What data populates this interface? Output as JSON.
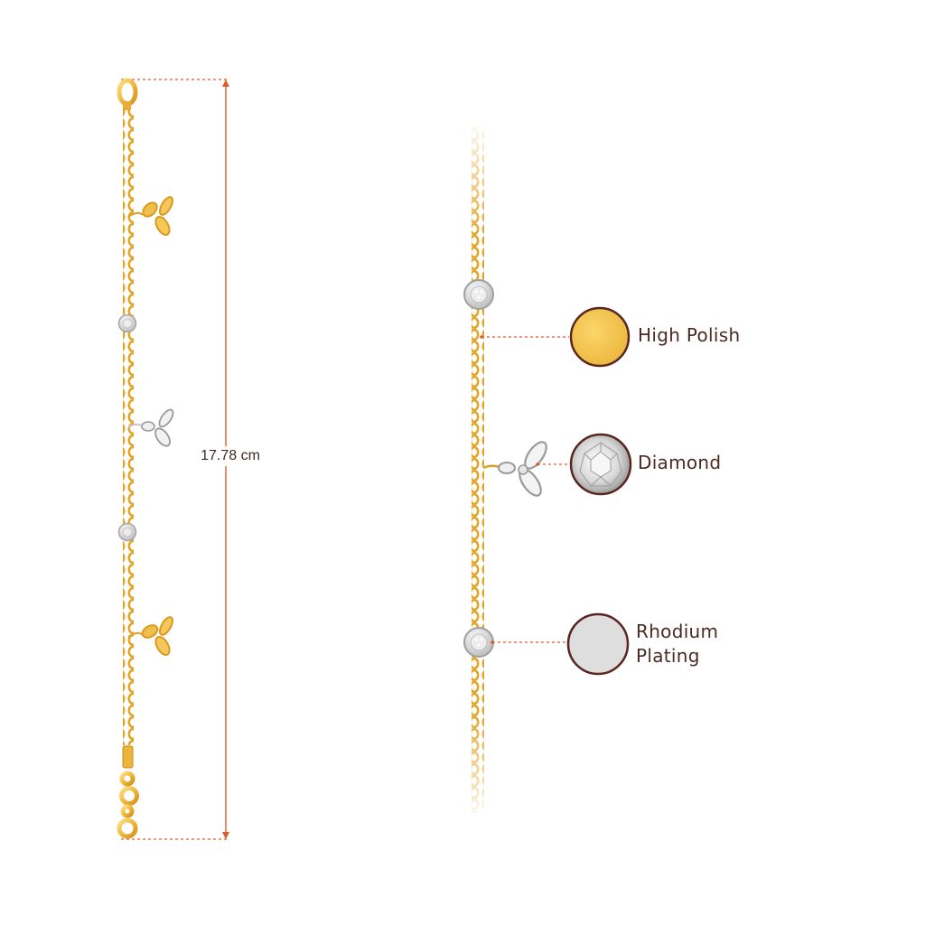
{
  "measurement": {
    "length_label": "17.78 cm"
  },
  "callouts": [
    {
      "label": "High Polish",
      "icon": "gold-swatch-icon"
    },
    {
      "label": "Diamond",
      "icon": "diamond-icon"
    },
    {
      "label_line1": "Rhodium",
      "label_line2": "Plating",
      "icon": "rhodium-swatch-icon"
    }
  ],
  "colors": {
    "measure_line": "#e05a2b",
    "gold": "#f2c14e",
    "gold_dark": "#d99a22",
    "silver": "#d9d9d9",
    "swatch_border": "#5a2620",
    "text": "#4a2a22"
  }
}
